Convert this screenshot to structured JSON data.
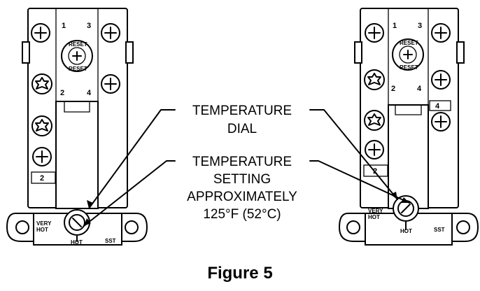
{
  "callouts": {
    "dial_line1": "TEMPERATURE",
    "dial_line2": "DIAL",
    "setting_line1": "TEMPERATURE",
    "setting_line2": "SETTING",
    "setting_line3": "APPROXIMATELY",
    "setting_line4": "125°F (52°C)"
  },
  "left_thermostat": {
    "terminal_1": "1",
    "terminal_3": "3",
    "terminal_2": "2",
    "terminal_4": "4",
    "terminal_2_lower": "2",
    "reset_top": "RESET",
    "reset_bottom": "RESET",
    "very_hot_1": "VERY",
    "very_hot_2": "HOT",
    "hot": "HOT",
    "model_code": "SST"
  },
  "right_thermostat": {
    "terminal_1": "1",
    "terminal_3": "3",
    "terminal_2": "2",
    "terminal_4": "4",
    "terminal_4_lower": "4",
    "terminal_2_lower": "2",
    "reset_top": "RESET",
    "reset_bottom": "RESET",
    "very_hot_1": "VERY",
    "very_hot_2": "HOT",
    "hot": "HOT",
    "model_code": "SST"
  },
  "caption": "Figure 5"
}
